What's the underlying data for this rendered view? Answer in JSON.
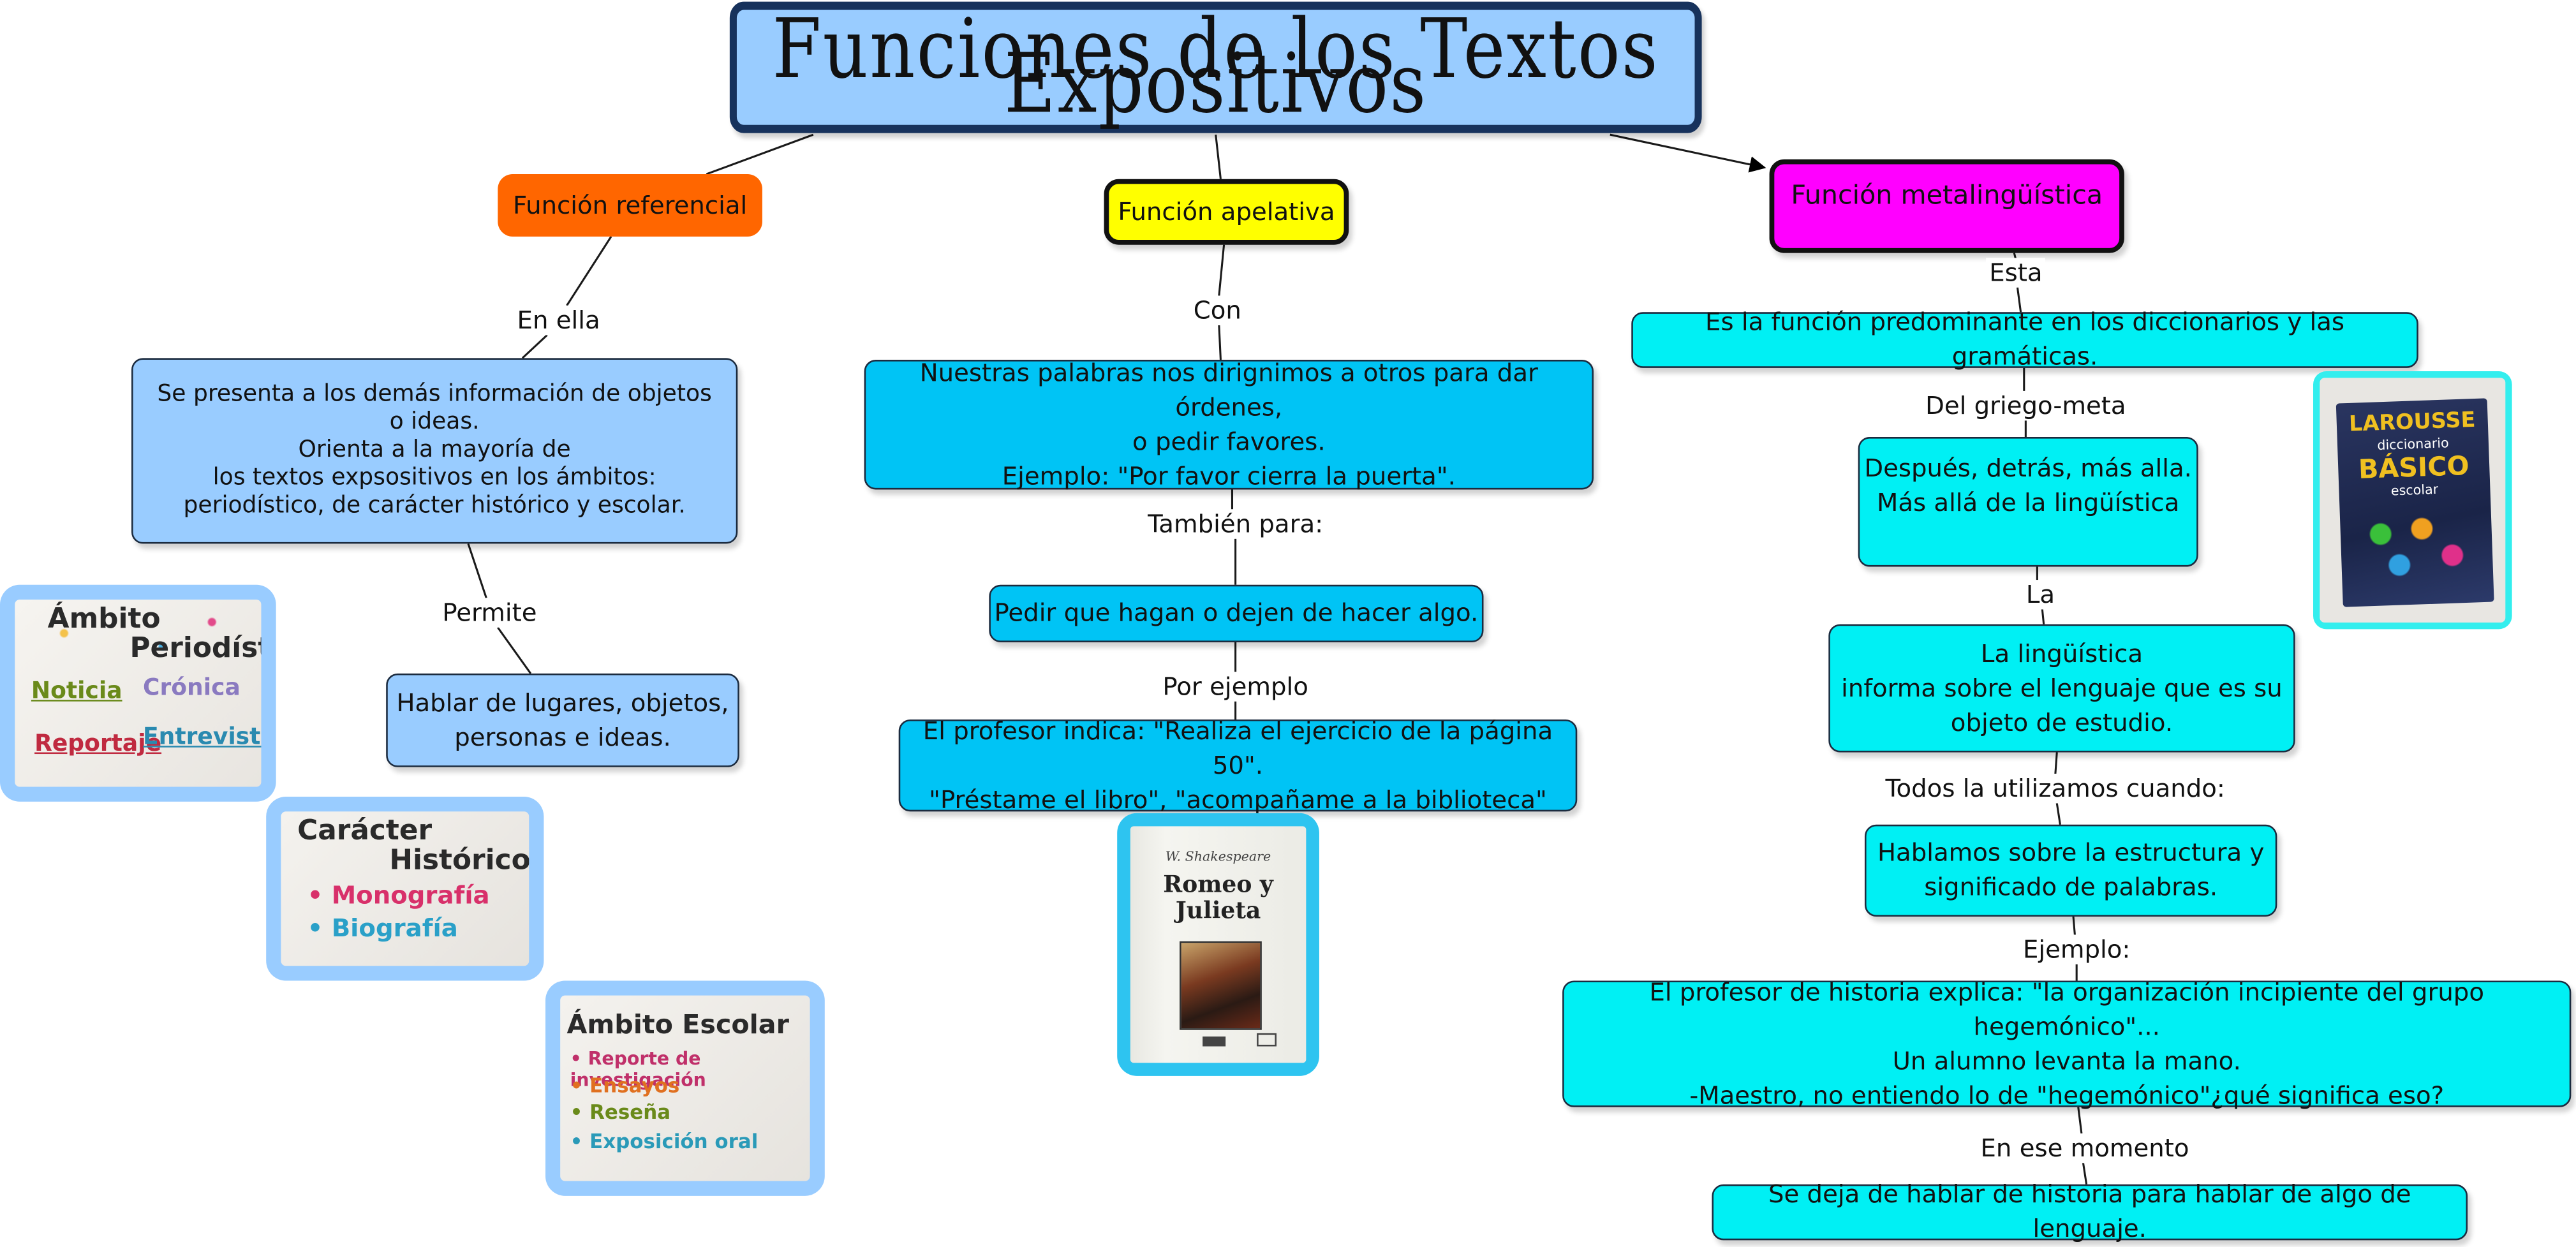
{
  "title": "Funciones de los Textos Expositivos",
  "functions": {
    "referencial": "Función referencial",
    "apelativa": "Función apelativa",
    "metalinguistica": "Función metalingüística"
  },
  "referencial": {
    "link1": "En ella",
    "box1": "Se presenta a los demás información de objetos\no ideas.\nOrienta a la mayoría de\nlos textos expsositivos en los ámbitos:\nperiodístico, de carácter histórico y escolar.",
    "link2": "Permite",
    "box2": "Hablar de lugares, objetos,\npersonas e ideas."
  },
  "apelativa": {
    "link1": "Con",
    "box1": "Nuestras palabras nos dirignimos a otros para dar órdenes,\no pedir favores.\nEjemplo: \"Por favor cierra la puerta\".",
    "link2": "También para:",
    "box2": "Pedir que hagan o dejen de hacer algo.",
    "link3": "Por ejemplo",
    "box3": "El profesor indica: \"Realiza el ejercicio de la página 50\".\n\"Préstame el libro\", \"acompañame a la biblioteca\""
  },
  "metalinguistica": {
    "link1": "Esta",
    "box1": "Es la función predominante en los diccionarios y las gramáticas.",
    "link2": "Del griego-meta",
    "box2": "Después, detrás, más alla.\nMás allá de la lingüística",
    "link3": "La",
    "box3": "La lingüística\ninforma sobre el lenguaje que es su\nobjeto de estudio.",
    "link4": "Todos la utilizamos cuando:",
    "box4": "Hablamos sobre la estructura y\nsignificado de palabras.",
    "link5": "Ejemplo:",
    "box5": "El profesor de historia explica: \"la organización incipiente del grupo hegemónico\"...\nUn alumno levanta la mano.\n-Maestro, no entiendo lo de \"hegemónico\"¿qué significa eso?",
    "link6": "En ese momento",
    "box6": "Se deja de hablar de historia para hablar de algo de lenguaje."
  },
  "images": {
    "periodistico": {
      "title1": "Ámbito",
      "title2": "Periodístico",
      "items": [
        "Noticia",
        "Crónica",
        "Reportaje",
        "Entrevista"
      ],
      "item_colors": [
        "#6a8a1a",
        "#8a7ac0",
        "#c02a40",
        "#2a8ab0"
      ]
    },
    "historico": {
      "title1": "Carácter",
      "title2": "Histórico",
      "items": [
        "• Monografía",
        "• Biografía"
      ],
      "item_colors": [
        "#d8306a",
        "#2aa0c8"
      ]
    },
    "escolar": {
      "title": "Ámbito Escolar",
      "items": [
        "• Reporte de investigación",
        "• Ensayos",
        "• Reseña",
        "• Exposición oral"
      ],
      "item_colors": [
        "#c0306a",
        "#e07020",
        "#6a8a1a",
        "#2a9ab8"
      ]
    },
    "book_romeo": {
      "author": "W. Shakespeare",
      "title": "Romeo y\nJulieta"
    },
    "dictionary": {
      "brand": "LAROUSSE",
      "line1": "diccionario",
      "line2": "BÁSICO",
      "line3": "escolar"
    }
  }
}
